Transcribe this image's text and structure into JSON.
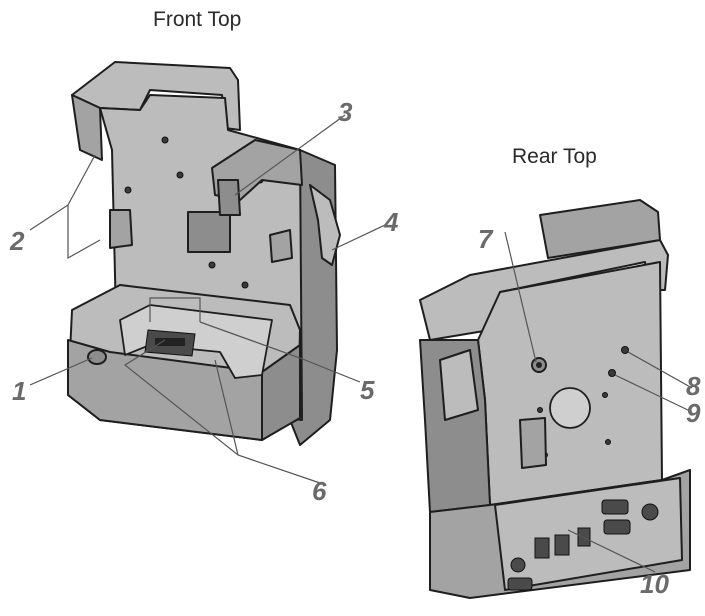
{
  "titles": {
    "front": "Front Top",
    "rear": "Rear Top"
  },
  "callouts": {
    "c1": "1",
    "c2": "2",
    "c3": "3",
    "c4": "4",
    "c5": "5",
    "c6": "6",
    "c7": "7",
    "c8": "8",
    "c9": "9",
    "c10": "10"
  },
  "colors": {
    "body_dark": "#8d8d8d",
    "body_light": "#bcbcbc",
    "outline": "#1e1e1e",
    "callout_text": "#6a6a6a"
  }
}
